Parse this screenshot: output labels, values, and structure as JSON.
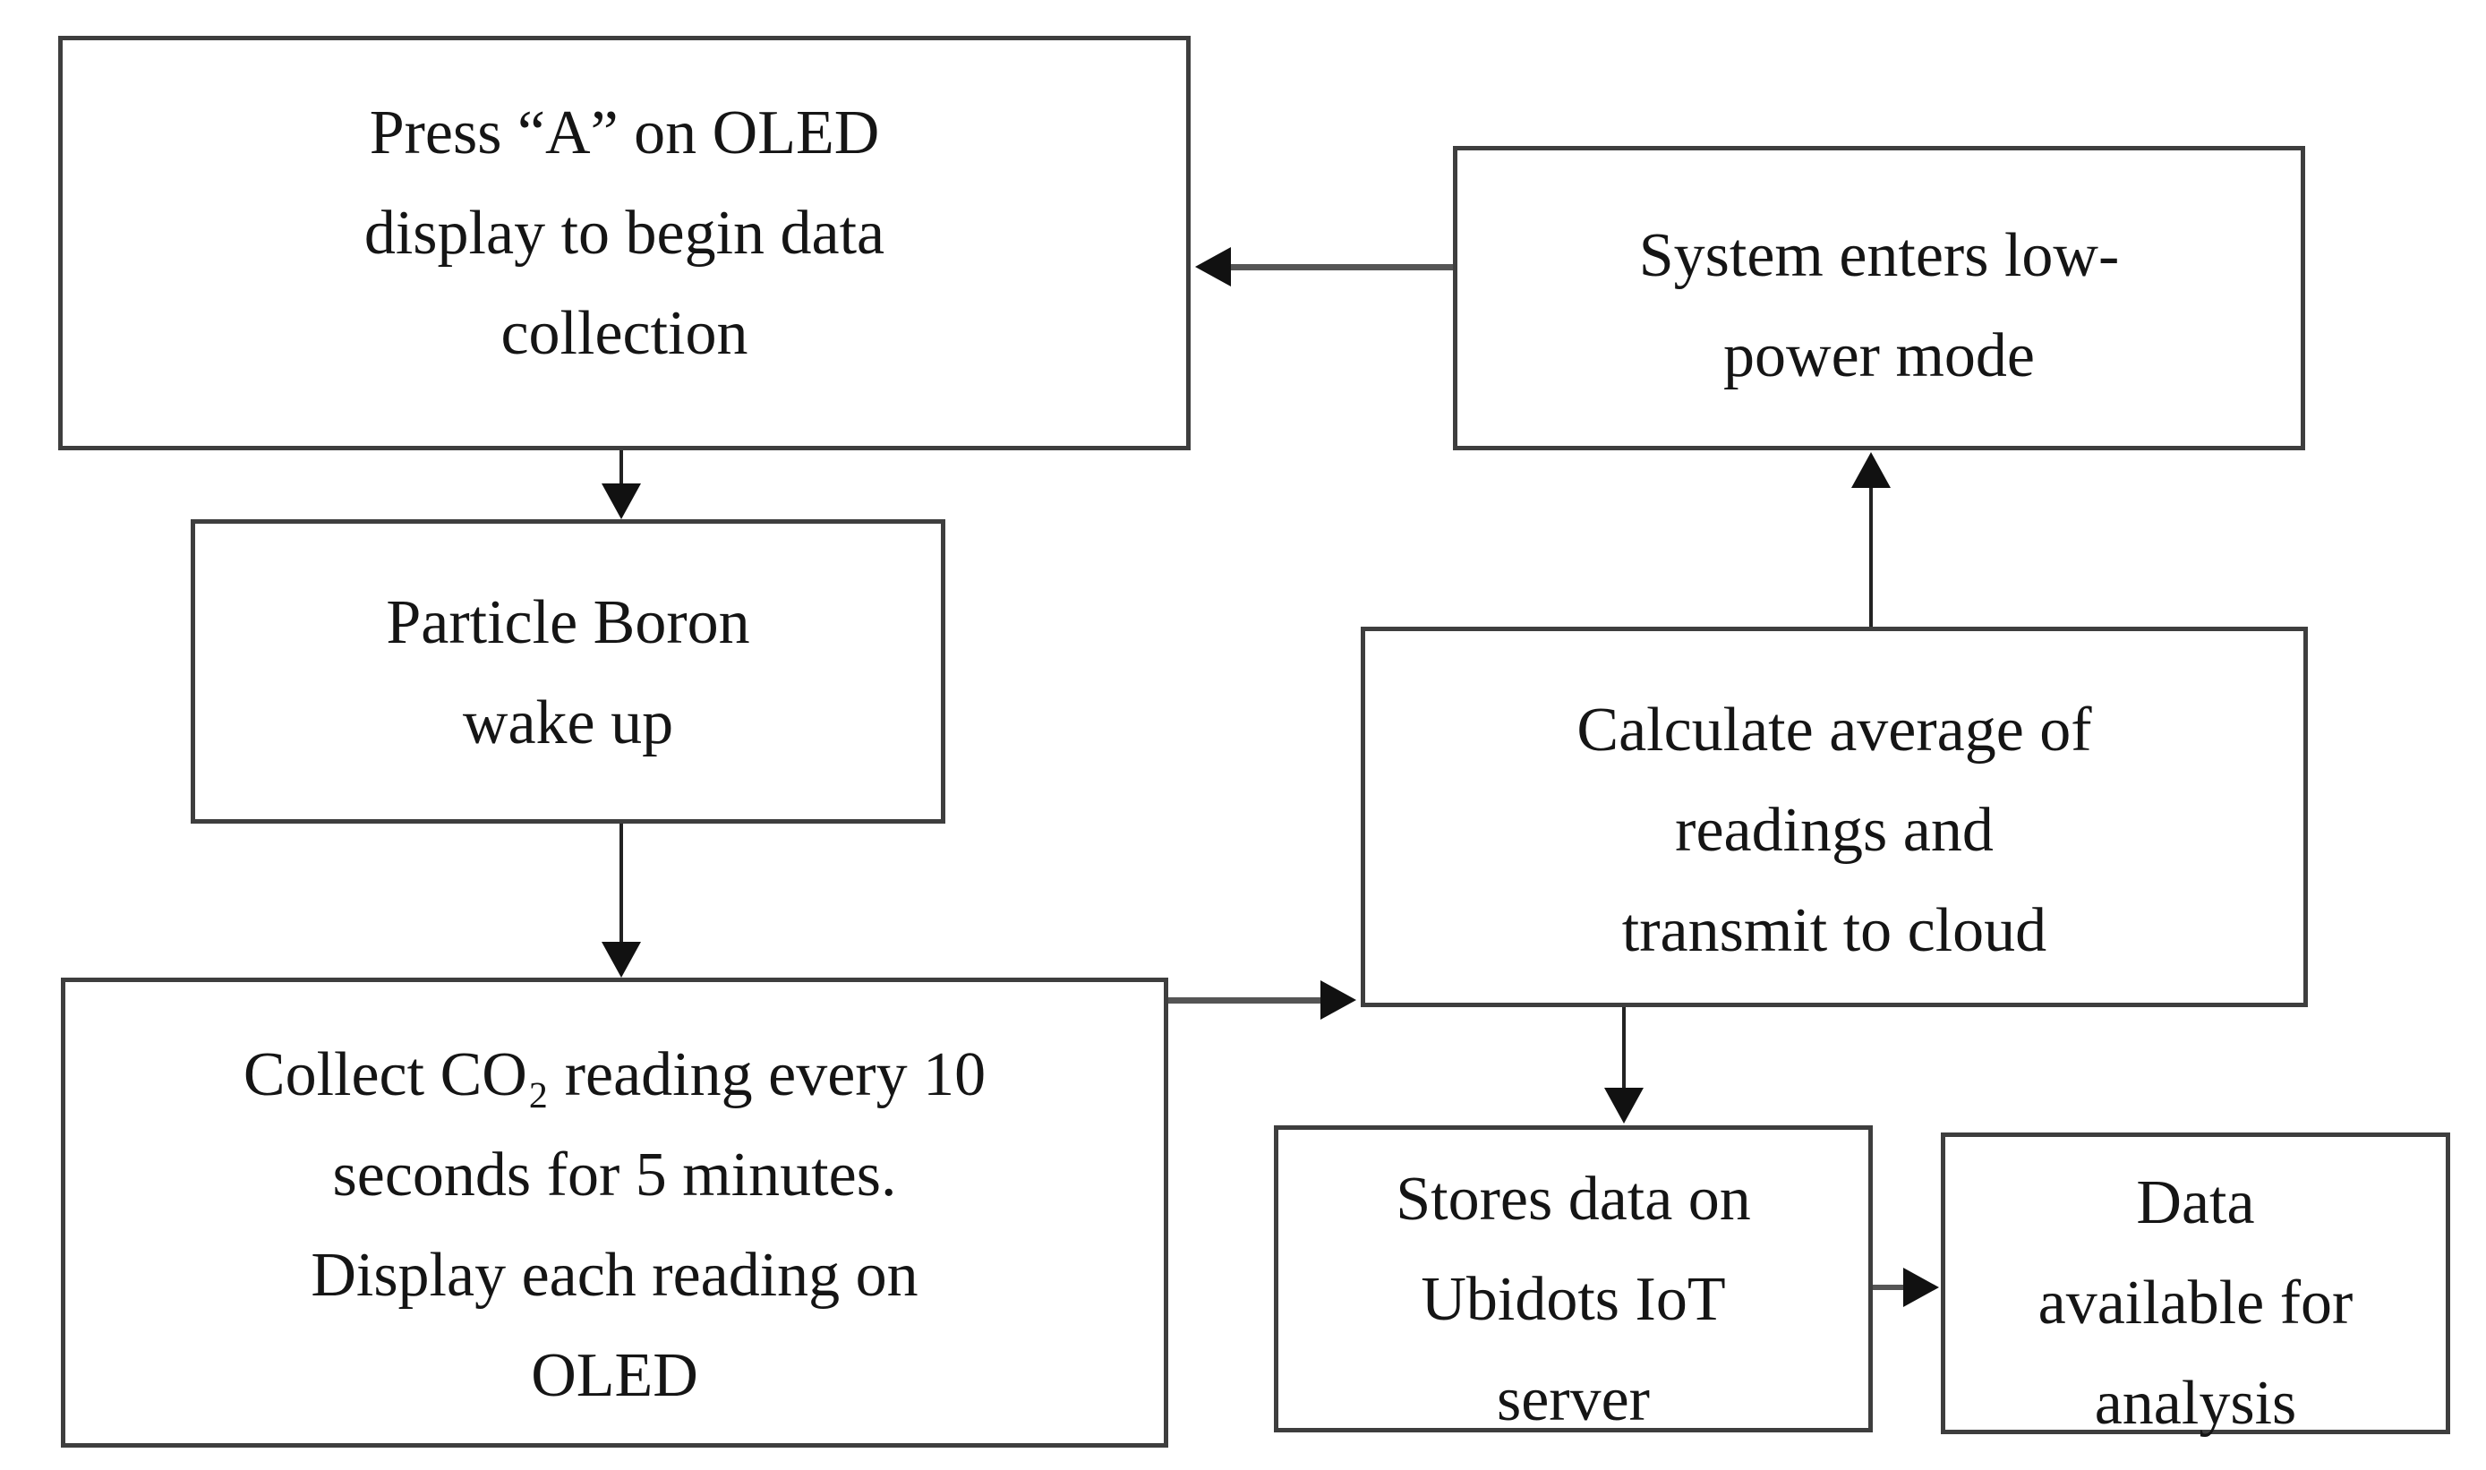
{
  "diagram": {
    "type": "flowchart",
    "background_color": "#ffffff",
    "box_border_color": "#3e3e3e",
    "arrow_color": "#111111",
    "text_color": "#151515",
    "nodes": {
      "press_a": {
        "lines": [
          "Press “A” on OLED",
          "display to begin data",
          "collection"
        ]
      },
      "wake_up": {
        "lines": [
          "Particle Boron",
          "wake up"
        ]
      },
      "collect": {
        "lines": [
          "Collect CO₂ reading every 10",
          "seconds for 5 minutes.",
          "Display each reading on",
          "OLED"
        ]
      },
      "calculate": {
        "lines": [
          "Calculate average of",
          "readings and",
          "transmit to cloud"
        ]
      },
      "low_power": {
        "lines": [
          "System enters low-",
          "power mode"
        ]
      },
      "stores": {
        "lines": [
          "Stores data on",
          "Ubidots IoT",
          "server"
        ]
      },
      "data_available": {
        "lines": [
          "Data",
          "available for",
          "analysis"
        ]
      }
    },
    "edges": [
      {
        "from": "press_a",
        "to": "wake_up",
        "direction": "down"
      },
      {
        "from": "wake_up",
        "to": "collect",
        "direction": "down"
      },
      {
        "from": "collect",
        "to": "calculate",
        "direction": "right"
      },
      {
        "from": "calculate",
        "to": "low_power",
        "direction": "up"
      },
      {
        "from": "low_power",
        "to": "press_a",
        "direction": "left"
      },
      {
        "from": "calculate",
        "to": "stores",
        "direction": "down"
      },
      {
        "from": "stores",
        "to": "data_available",
        "direction": "right"
      }
    ]
  }
}
